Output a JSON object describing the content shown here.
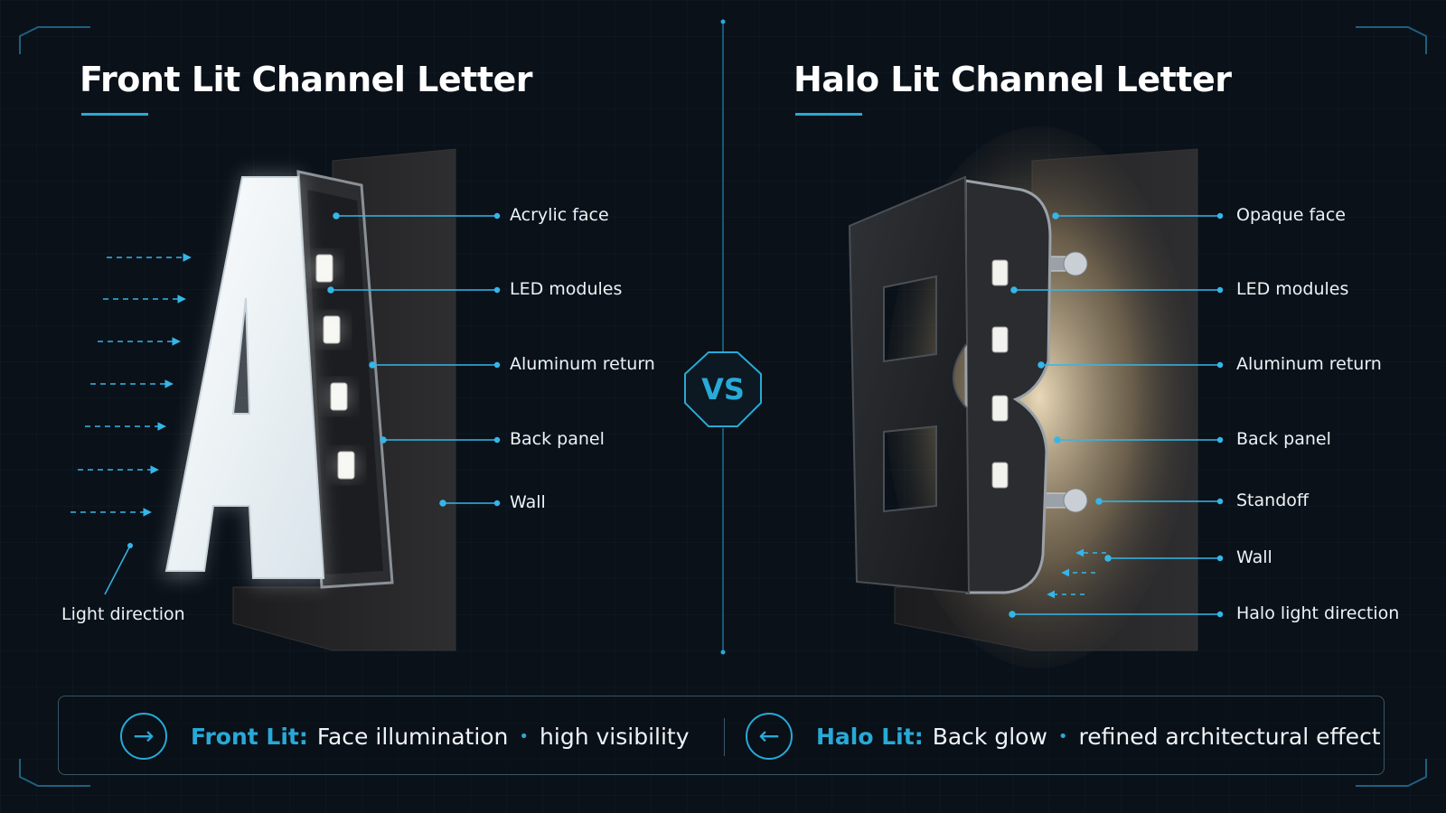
{
  "left": {
    "title": "Front Lit Channel Letter",
    "letter": "A",
    "labels": {
      "acrylic_face": "Acrylic face",
      "led_modules": "LED modules",
      "aluminum_return": "Aluminum return",
      "back_panel": "Back panel",
      "wall": "Wall",
      "light_direction": "Light direction"
    }
  },
  "right": {
    "title": "Halo Lit Channel Letter",
    "letter": "B",
    "labels": {
      "opaque_face": "Opaque face",
      "led_modules": "LED modules",
      "aluminum_return": "Aluminum return",
      "back_panel": "Back panel",
      "standoff": "Standoff",
      "wall": "Wall",
      "halo_light_direction": "Halo light direction"
    }
  },
  "vs_badge": "VS",
  "summary": {
    "front": {
      "key": "Front Lit:",
      "text1": "Face illumination",
      "text2": "high visibility",
      "icon": "arrow-right-icon"
    },
    "halo": {
      "key": "Halo Lit:",
      "text1": "Back glow",
      "text2": "refined architectural effect",
      "icon": "arrow-left-icon"
    },
    "bullet": "•"
  },
  "colors": {
    "accent": "#29a9d6",
    "background": "#0a1119",
    "text": "#eef2f5"
  }
}
